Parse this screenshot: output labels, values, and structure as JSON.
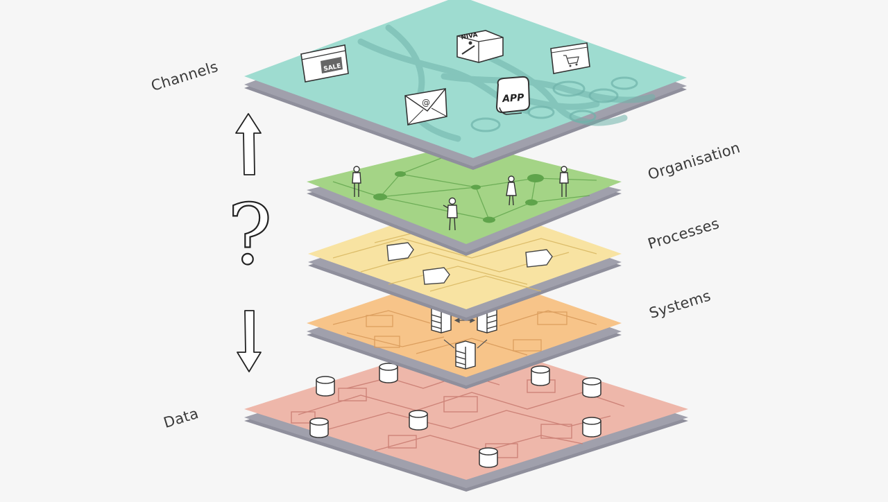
{
  "diagram": {
    "layers": [
      {
        "id": "channels",
        "label": "Channels",
        "color": "#9edcd0"
      },
      {
        "id": "organisation",
        "label": "Organisation",
        "color": "#a4d486"
      },
      {
        "id": "processes",
        "label": "Processes",
        "color": "#f8e3a2"
      },
      {
        "id": "systems",
        "label": "Systems",
        "color": "#f7c489"
      },
      {
        "id": "data",
        "label": "Data",
        "color": "#eeb7aa"
      }
    ],
    "channel_icons": {
      "sale": "SALE",
      "app": "APP",
      "store": "NIVA",
      "email_symbol": "@"
    },
    "question_mark": "?"
  }
}
